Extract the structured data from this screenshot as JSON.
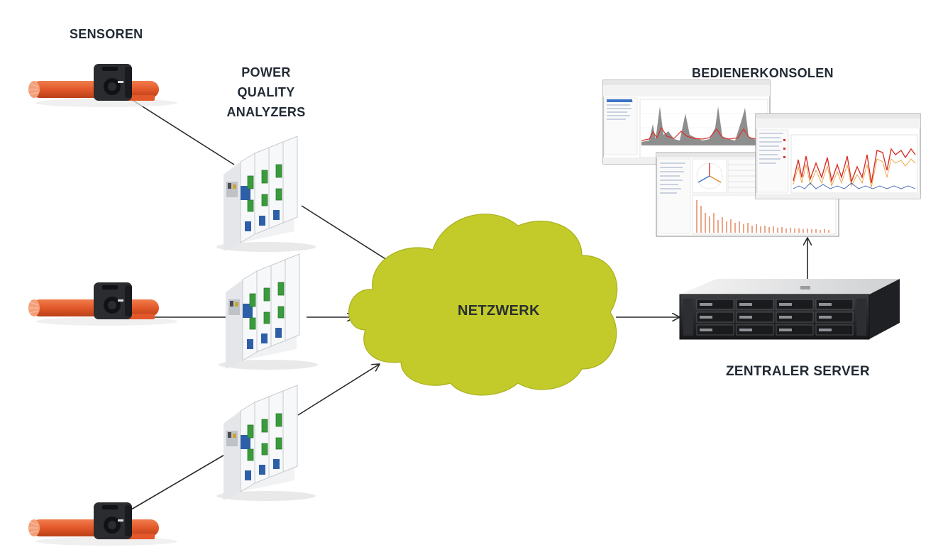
{
  "labels": {
    "sensors": "SENSOREN",
    "analyzers_line1": "POWER",
    "analyzers_line2": "QUALITY",
    "analyzers_line3": "ANALYZERS",
    "network": "NETZWERK",
    "consoles": "BEDIENERKONSOLEN",
    "server": "ZENTRALER SERVER"
  },
  "colors": {
    "cloud_fill": "#c3cb2a",
    "cable_orange": "#e2582a",
    "sensor_body": "#2a2c30",
    "connector_line": "#2a2a2a",
    "terminal_green": "#3a9b3c",
    "module_blue": "#2d5fa8",
    "chart_red": "#d8302a",
    "chart_gray": "#6c6c6c"
  },
  "nodes": {
    "sensor_count": 3,
    "analyzer_count": 3
  }
}
